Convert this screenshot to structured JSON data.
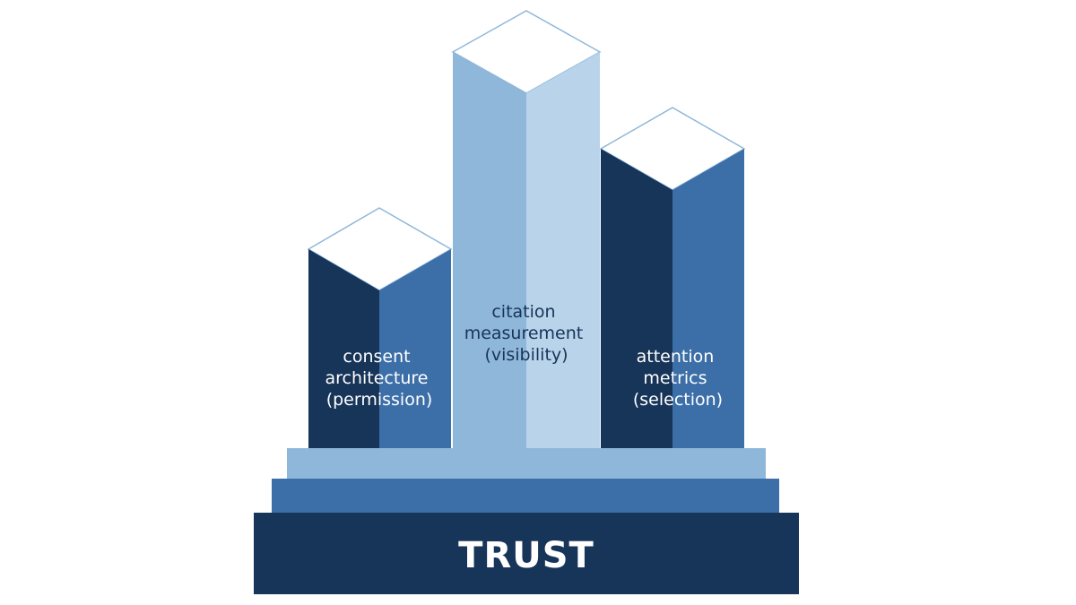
{
  "diagram": {
    "foundation": {
      "label": "TRUST"
    },
    "pillars": [
      {
        "id": "consent",
        "lines": [
          "consent",
          "architecture",
          "(permission)"
        ]
      },
      {
        "id": "citation",
        "lines": [
          "citation",
          "measurement",
          "(visibility)"
        ]
      },
      {
        "id": "attention",
        "lines": [
          "attention",
          "metrics",
          "(selection)"
        ]
      }
    ]
  },
  "colors": {
    "navy": "#173459",
    "mid_blue": "#3c6fa8",
    "light_blue": "#8fb7da",
    "pale_blue": "#b8d3ea",
    "white": "#ffffff",
    "outline": "#8fb7da"
  }
}
